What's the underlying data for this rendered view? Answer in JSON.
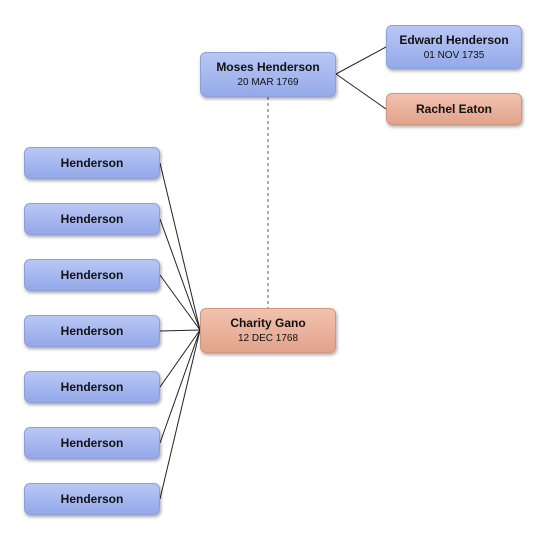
{
  "people": {
    "moses": {
      "name": "Moses Henderson",
      "date": "20 MAR 1769"
    },
    "edward": {
      "name": "Edward Henderson",
      "date": "01 NOV 1735"
    },
    "rachel": {
      "name": "Rachel Eaton"
    },
    "charity": {
      "name": "Charity Gano",
      "date": "12 DEC 1768"
    }
  },
  "children": [
    {
      "name": "Henderson"
    },
    {
      "name": "Henderson"
    },
    {
      "name": "Henderson"
    },
    {
      "name": "Henderson"
    },
    {
      "name": "Henderson"
    },
    {
      "name": "Henderson"
    },
    {
      "name": "Henderson"
    }
  ],
  "colors": {
    "male": "#9fb2ee",
    "female": "#e8ae97",
    "line": "#222222",
    "spouse_link": "#777777"
  }
}
